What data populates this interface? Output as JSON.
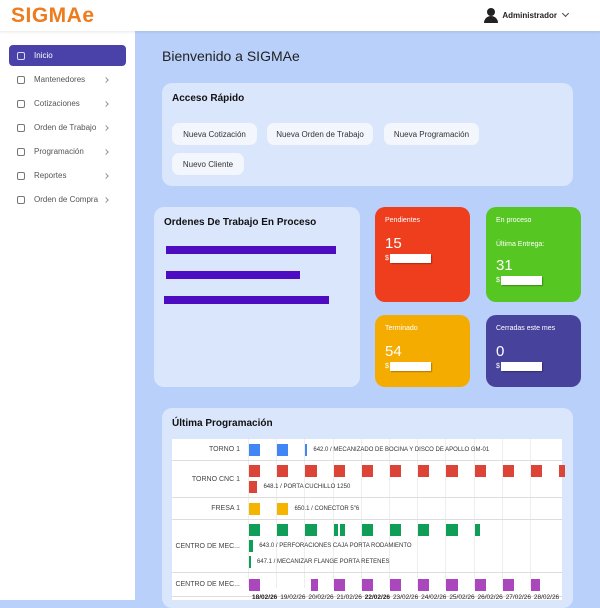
{
  "app": {
    "logo": "SIGMAe",
    "user": "Administrador"
  },
  "sidebar": {
    "items": [
      {
        "label": "Inicio",
        "icon": "grid-icon",
        "active": true
      },
      {
        "label": "Mantenedores",
        "icon": "table-icon"
      },
      {
        "label": "Cotizaciones",
        "icon": "briefcase-icon"
      },
      {
        "label": "Orden de Trabajo",
        "icon": "file-icon"
      },
      {
        "label": "Programación",
        "icon": "clock-icon"
      },
      {
        "label": "Reportes",
        "icon": "report-icon"
      },
      {
        "label": "Orden de Compra",
        "icon": "box-icon"
      }
    ]
  },
  "main": {
    "title": "Bienvenido a SIGMAe",
    "quick": {
      "title": "Acceso Rápido",
      "buttons": [
        "Nueva Cotización",
        "Nueva Orden de Trabajo",
        "Nueva Programación",
        "Nuevo Cliente"
      ]
    },
    "process": {
      "title": "Ordenes De Trabajo En Proceso",
      "bars": [
        1,
        0.79,
        0.97
      ]
    },
    "stats": [
      {
        "label": "Pendientes",
        "value": "15",
        "currency": "$",
        "color": "#ee3e1e"
      },
      {
        "label": "En proceso",
        "sub": "Última Entrega:",
        "value": "31",
        "currency": "$",
        "color": "#56c623"
      },
      {
        "label": "Terminado",
        "value": "54",
        "currency": "$",
        "color": "#f5ac00"
      },
      {
        "label": "Cerradas este mes",
        "value": "0",
        "currency": "$",
        "color": "#47439d"
      }
    ],
    "schedule": {
      "title": "Última Programación",
      "dates": [
        "18/02/26",
        "19/02/26",
        "20/02/26",
        "21/02/26",
        "22/02/26",
        "23/02/26",
        "24/02/26",
        "25/02/26",
        "26/02/26",
        "27/02/26",
        "28/02/26"
      ],
      "bold_dates": [
        0,
        4
      ],
      "rows": [
        {
          "label": "TORNO 1",
          "color": "#4285f4",
          "tasks": [
            {
              "start": 0,
              "dur": 0.4,
              "lane": 0
            },
            {
              "start": 1,
              "dur": 0.4,
              "lane": 0
            },
            {
              "start": 2,
              "dur": 0.07,
              "lane": 0,
              "label": "642.0 / MECANIZADO DE BOCINA Y DISCO DE APOLLO GM-01"
            }
          ]
        },
        {
          "label": "TORNO CNC 1",
          "color": "#db4437",
          "tasks": [
            {
              "start": 0,
              "dur": 0.4,
              "lane": 0
            },
            {
              "start": 1,
              "dur": 0.4,
              "lane": 0
            },
            {
              "start": 2,
              "dur": 0.4,
              "lane": 0
            },
            {
              "start": 3,
              "dur": 0.4,
              "lane": 0
            },
            {
              "start": 4,
              "dur": 0.4,
              "lane": 0
            },
            {
              "start": 5,
              "dur": 0.4,
              "lane": 0
            },
            {
              "start": 6,
              "dur": 0.4,
              "lane": 0
            },
            {
              "start": 7,
              "dur": 0.4,
              "lane": 0
            },
            {
              "start": 8,
              "dur": 0.4,
              "lane": 0
            },
            {
              "start": 9,
              "dur": 0.4,
              "lane": 0
            },
            {
              "start": 10,
              "dur": 0.4,
              "lane": 0
            },
            {
              "start": 11,
              "dur": 0.2,
              "lane": 0
            },
            {
              "start": 0,
              "dur": 0.3,
              "lane": 1,
              "label": "648.1 / PORTA CUCHILLO 1250"
            }
          ]
        },
        {
          "label": "FRESA 1",
          "color": "#f4b400",
          "tasks": [
            {
              "start": 0,
              "dur": 0.4,
              "lane": 0
            },
            {
              "start": 1,
              "dur": 0.4,
              "lane": 0,
              "label": "650.1 / CONECTOR 5\"6"
            }
          ]
        },
        {
          "label": "CENTRO DE MEC...",
          "color": "#0f9d58",
          "tasks": [
            {
              "start": 0,
              "dur": 0.4,
              "lane": 0
            },
            {
              "start": 1,
              "dur": 0.4,
              "lane": 0
            },
            {
              "start": 2,
              "dur": 0.4,
              "lane": 0
            },
            {
              "start": 3,
              "dur": 0.15,
              "lane": 0
            },
            {
              "start": 3.22,
              "dur": 0.18,
              "lane": 0
            },
            {
              "start": 4,
              "dur": 0.4,
              "lane": 0
            },
            {
              "start": 5,
              "dur": 0.4,
              "lane": 0
            },
            {
              "start": 6,
              "dur": 0.4,
              "lane": 0
            },
            {
              "start": 7,
              "dur": 0.4,
              "lane": 0
            },
            {
              "start": 8,
              "dur": 0.2,
              "lane": 0
            },
            {
              "start": 0,
              "dur": 0.15,
              "lane": 1,
              "label": "643.0 / PERFORACIONES CAJA PORTA RODAMIENTO"
            },
            {
              "start": 0,
              "dur": 0.07,
              "lane": 2,
              "label": "647.1 / MECANIZAR FLANGE PORTA RETENES"
            }
          ]
        },
        {
          "label": "CENTRO DE MEC...",
          "color": "#ab47bc",
          "tasks": [
            {
              "start": 0,
              "dur": 0.4,
              "lane": 0
            },
            {
              "start": 2.2,
              "dur": 0.25,
              "lane": 0
            },
            {
              "start": 3,
              "dur": 0.4,
              "lane": 0
            },
            {
              "start": 4,
              "dur": 0.4,
              "lane": 0
            },
            {
              "start": 5,
              "dur": 0.4,
              "lane": 0
            },
            {
              "start": 6,
              "dur": 0.4,
              "lane": 0
            },
            {
              "start": 7,
              "dur": 0.4,
              "lane": 0
            },
            {
              "start": 8,
              "dur": 0.4,
              "lane": 0
            },
            {
              "start": 9,
              "dur": 0.4,
              "lane": 0
            },
            {
              "start": 10,
              "dur": 0.33,
              "lane": 0
            }
          ]
        }
      ]
    }
  }
}
